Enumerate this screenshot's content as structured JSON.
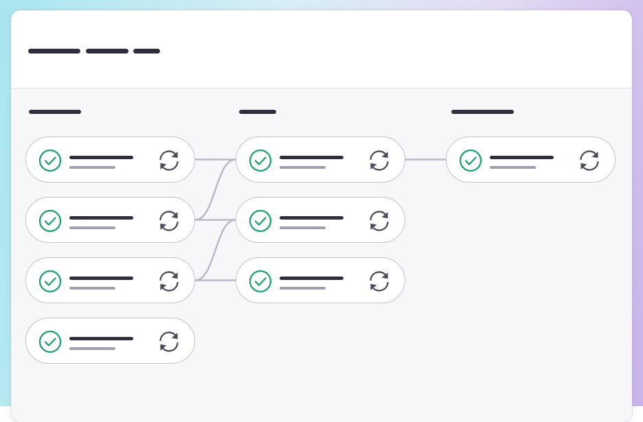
{
  "colors": {
    "accent_green": "#1f9e6e",
    "placeholder_dark": "#2e2f3e",
    "placeholder_muted": "#9f9db2",
    "connector": "#b9b7c8",
    "node_border": "#c2c1cc"
  },
  "icons": {
    "status": "check-circle-icon",
    "action": "refresh-icon"
  },
  "columns": [
    {
      "id": "col-1",
      "nodes": [
        "n1-1",
        "n1-2",
        "n1-3",
        "n1-4"
      ]
    },
    {
      "id": "col-2",
      "nodes": [
        "n2-1",
        "n2-2",
        "n2-3"
      ]
    },
    {
      "id": "col-3",
      "nodes": [
        "n3-1"
      ]
    }
  ],
  "links": [
    [
      "n1-1",
      "n2-1"
    ],
    [
      "n1-2",
      "n2-1"
    ],
    [
      "n1-2",
      "n2-2"
    ],
    [
      "n1-3",
      "n2-2"
    ],
    [
      "n1-3",
      "n2-3"
    ],
    [
      "n2-1",
      "n3-1"
    ]
  ]
}
